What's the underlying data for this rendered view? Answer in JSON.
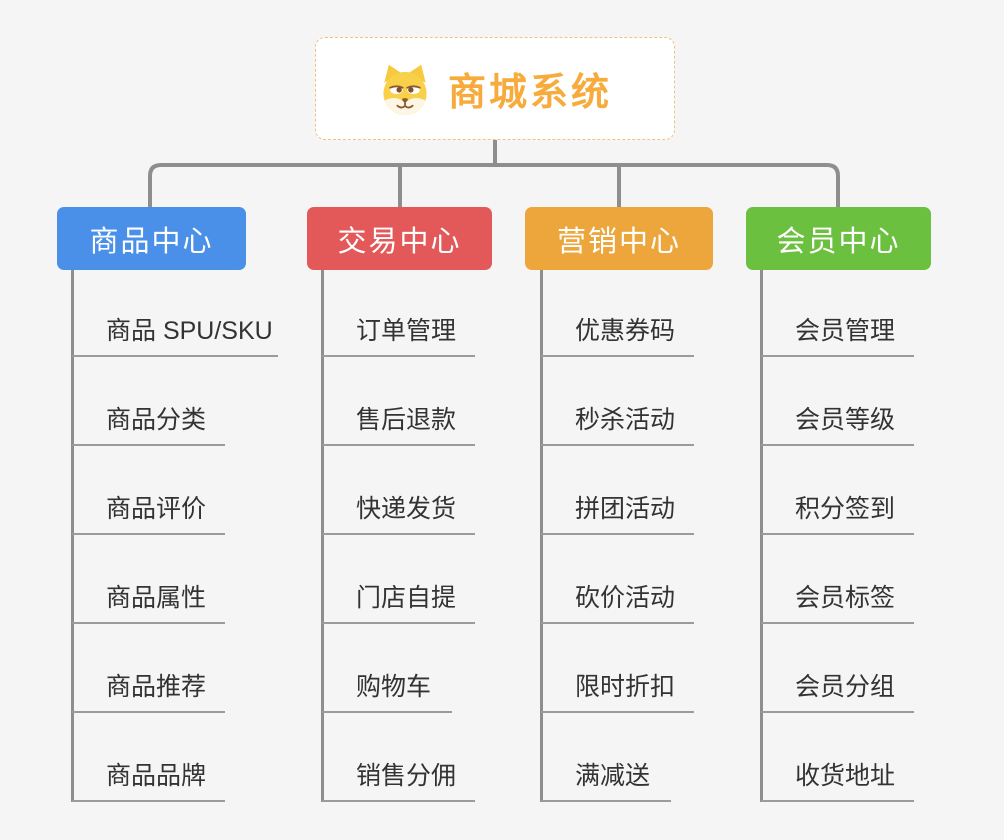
{
  "root": {
    "title": "商城系统",
    "icon": "shiba-dog-icon"
  },
  "colors": {
    "background": "#f5f5f6",
    "root_text": "#f6ab3c",
    "root_border": "#eec08a",
    "connector_gray": "#8e8e8e",
    "leaf_text": "#333333",
    "branch_product": "#4a90e8",
    "branch_trade": "#e35858",
    "branch_marketing": "#edA63c",
    "branch_member": "#6cc040"
  },
  "branches": [
    {
      "label": "商品中心",
      "color": "#4a90e8",
      "items": [
        "商品 SPU/SKU",
        "商品分类",
        "商品评价",
        "商品属性",
        "商品推荐",
        "商品品牌"
      ]
    },
    {
      "label": "交易中心",
      "color": "#e35858",
      "items": [
        "订单管理",
        "售后退款",
        "快递发货",
        "门店自提",
        "购物车",
        "销售分佣"
      ]
    },
    {
      "label": "营销中心",
      "color": "#edA63c",
      "items": [
        "优惠券码",
        "秒杀活动",
        "拼团活动",
        "砍价活动",
        "限时折扣",
        "满减送"
      ]
    },
    {
      "label": "会员中心",
      "color": "#6cc040",
      "items": [
        "会员管理",
        "会员等级",
        "积分签到",
        "会员标签",
        "会员分组",
        "收货地址"
      ]
    }
  ]
}
